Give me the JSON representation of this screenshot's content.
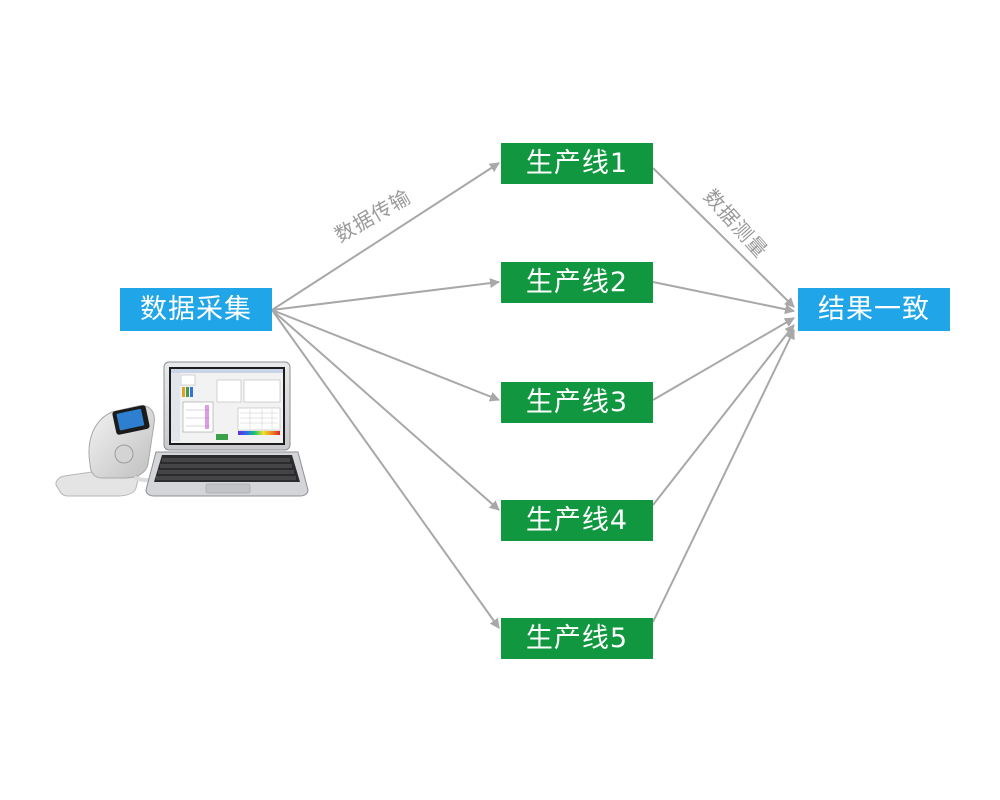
{
  "source_node": {
    "label": "数据采集"
  },
  "target_node": {
    "label": "结果一致"
  },
  "production_lines": [
    {
      "label": "生产线1"
    },
    {
      "label": "生产线2"
    },
    {
      "label": "生产线3"
    },
    {
      "label": "生产线4"
    },
    {
      "label": "生产线5"
    }
  ],
  "edge_labels": {
    "transmit": "数据传输",
    "measure": "数据测量"
  },
  "colors": {
    "source_target_fill": "#1fa5e8",
    "production_line_fill": "#10973f",
    "arrow": "#a8a8a8",
    "edge_label_text": "#9a9a9a"
  },
  "illustration": {
    "items": [
      "spectrophotometer-icon",
      "laptop-icon"
    ]
  }
}
